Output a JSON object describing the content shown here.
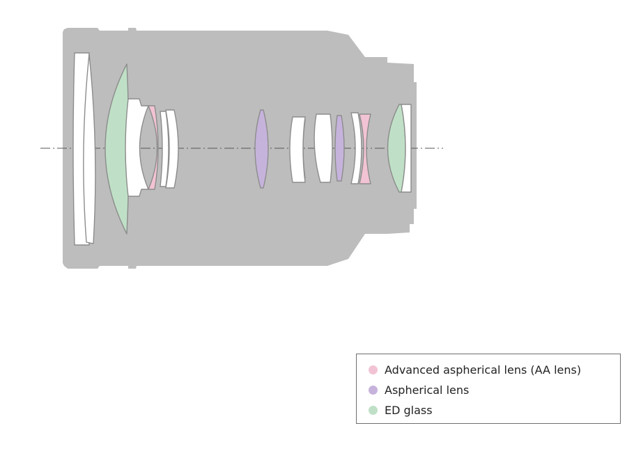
{
  "colors": {
    "barrel": "#bdbdbd",
    "plain_glass": "#ffffff",
    "aa_lens": "#f2c3d4",
    "aspherical": "#c6b3dc",
    "ed_glass": "#bfe0c6",
    "axis_line": "#555555"
  },
  "legend": {
    "items": [
      {
        "label": "Advanced aspherical lens (AA lens)",
        "color": "#f2c3d4"
      },
      {
        "label": "Aspherical lens",
        "color": "#c6b3dc"
      },
      {
        "label": "ED glass",
        "color": "#bfe0c6"
      }
    ]
  }
}
